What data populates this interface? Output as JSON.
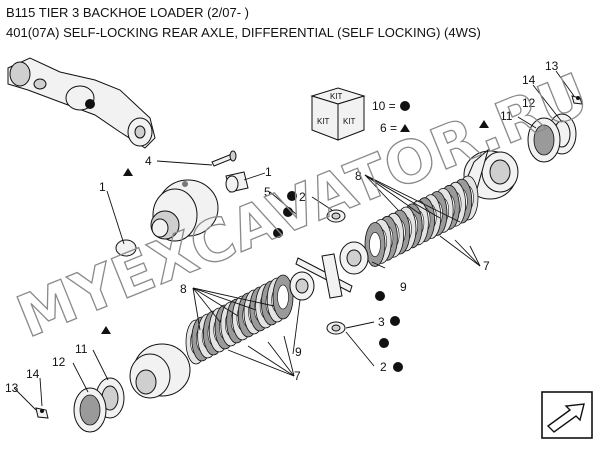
{
  "header": {
    "line1": "B115 TIER 3 BACKHOE LOADER (2/07- )",
    "line2": "401(07A) SELF-LOCKING REAR AXLE, DIFFERENTIAL (SELF LOCKING) (4WS)"
  },
  "legend": {
    "kit_label_top": "KIT",
    "kit_label_left": "KIT",
    "kit_label_right": "KIT",
    "row1": "10 =",
    "row2": "6 ="
  },
  "watermark": "MYEXCAVATOR.RU",
  "callouts": {
    "c1_top": "1",
    "c1_left": "1",
    "c2_top": "2",
    "c2_bottom": "2",
    "c3": "3",
    "c4": "4",
    "c5": "5",
    "c7_right": "7",
    "c7_bottom": "7",
    "c8_right": "8",
    "c8_left": "8",
    "c9_right": "9",
    "c9_bottom": "9",
    "c11_right": "11",
    "c11_left": "11",
    "c12_right": "12",
    "c12_left": "12",
    "c13_right": "13",
    "c13_left": "13",
    "c14_right": "14",
    "c14_left": "14"
  },
  "icons": {
    "nav": "next-page-arrow-icon",
    "kit": "kit-box-icon"
  }
}
